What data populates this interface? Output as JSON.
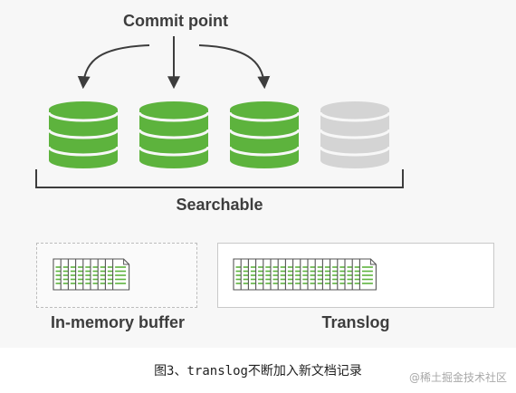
{
  "diagram": {
    "commit_point": "Commit point",
    "searchable": "Searchable",
    "in_memory_buffer": "In-memory buffer",
    "translog": "Translog",
    "segments": [
      {
        "state": "committed",
        "color": "#5db33d"
      },
      {
        "state": "committed",
        "color": "#5db33d"
      },
      {
        "state": "committed",
        "color": "#5db33d"
      },
      {
        "state": "uncommitted",
        "color": "#d4d4d4"
      }
    ],
    "buffer_doc_count": 9,
    "translog_doc_count": 18,
    "colors": {
      "accent_green": "#5db33d",
      "arrow": "#3d3d3d",
      "text": "#3d3d3d"
    }
  },
  "caption": "图3、translog不断加入新文档记录",
  "watermark": "@稀土掘金技术社区"
}
